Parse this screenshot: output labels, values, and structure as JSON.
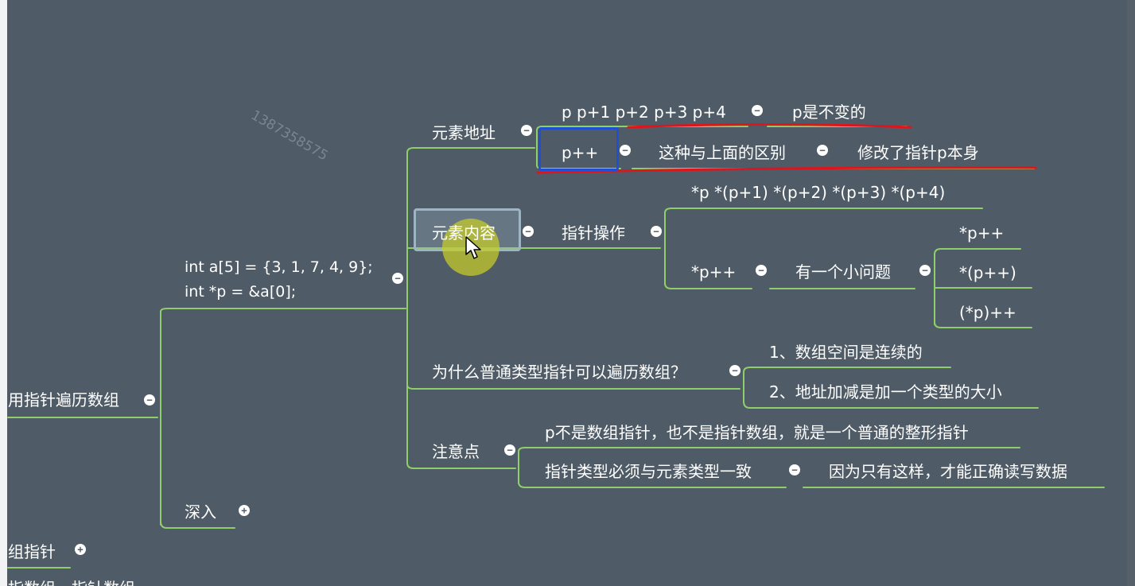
{
  "mindmap": {
    "left_root": "用指针遍历数组",
    "code_line1": "int a[5] = {3, 1, 7, 4, 9};",
    "code_line2": "int *p = &a[0];",
    "deep": "深入",
    "bottom_left": "组指针",
    "bottom_cut": "指数组、指针数组",
    "watermark": "1387358575",
    "element_address": {
      "label": "元素地址",
      "offsets": "p p+1 p+2 p+3 p+4",
      "offsets_note": "p是不变的",
      "increment": "p++",
      "diff": "这种与上面的区别",
      "diff_note": "修改了指针p本身"
    },
    "element_content": {
      "label": "元素内容",
      "op": "指针操作",
      "derefs": "*p  *(p+1)  *(p+2)  *(p+3)  *(p+4)",
      "star_pp": "*p++",
      "small_issue": "有一个小问题",
      "variants": [
        "*p++",
        "*(p++)",
        "(*p)++"
      ]
    },
    "why": {
      "label": "为什么普通类型指针可以遍历数组？",
      "reasons": [
        "1、数组空间是连续的",
        "2、地址加减是加一个类型的大小"
      ]
    },
    "notes": {
      "label": "注意点",
      "note1": "p不是数组指针，也不是指针数组，就是一个普通的整形指针",
      "note2": "指针类型必须与元素类型一致",
      "note2_reason": "因为只有这样，才能正确读写数据"
    }
  },
  "toggle": {
    "minus": "−",
    "plus": "+"
  },
  "colors": {
    "background": "#4f5b66",
    "branch_line": "#8fcf6a",
    "annotation_red": "#e0141c",
    "annotation_blue": "#1f4fd2",
    "highlight": "#c8cd28"
  }
}
